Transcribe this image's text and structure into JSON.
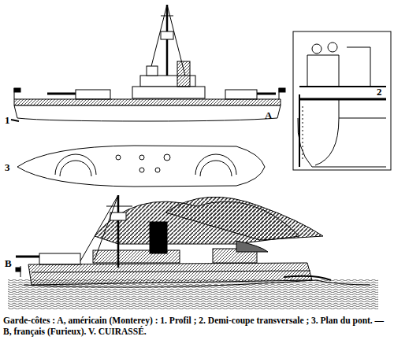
{
  "diagram": {
    "caption": "Garde-côtes : A, américain (Monterey) : 1. Profil ; 2. Demi-coupe transversale ; 3. Plan du pont. — B, français (Furieux). V. CUIRASSÉ.",
    "labels": [
      "1",
      "A",
      "2",
      "3",
      "B"
    ]
  }
}
